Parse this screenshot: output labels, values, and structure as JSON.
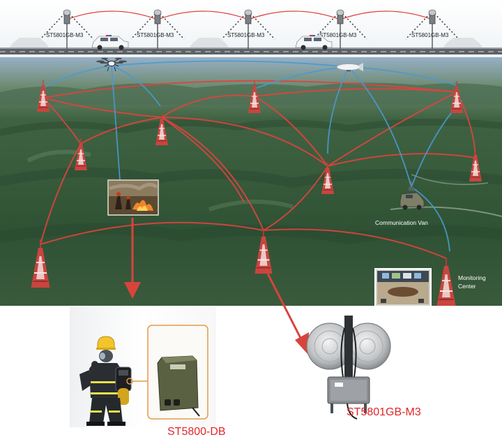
{
  "top_strip": {
    "repeater_label": "ST5801GB-M3",
    "repeater_count": 5
  },
  "map_labels": {
    "communication_van": "Communication Van",
    "monitoring_center_line1": "Monitoring",
    "monitoring_center_line2": "Center"
  },
  "products": {
    "backpack_label": "ST5800-DB",
    "repeater_label": "ST5801GB-M3"
  },
  "colors": {
    "red_link": "#e0433f",
    "blue_link": "#4a9ad0",
    "product_label": "#e0262a",
    "terrain": "#34563a"
  }
}
